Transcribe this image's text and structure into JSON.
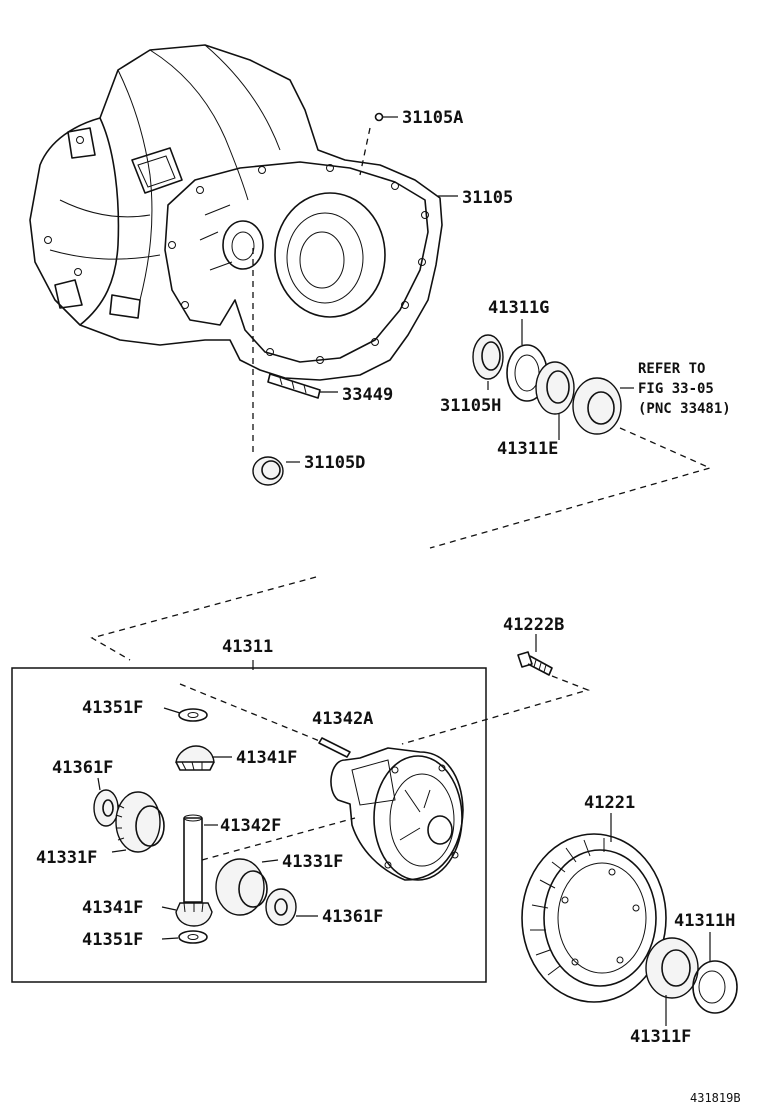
{
  "labels": {
    "p31105A": "31105A",
    "p31105": "31105",
    "p41311G": "41311G",
    "p31105H": "31105H",
    "p41311E": "41311E",
    "p33449": "33449",
    "p31105D": "31105D",
    "p41311": "41311",
    "p41222B": "41222B",
    "p41351F_top": "41351F",
    "p41342A": "41342A",
    "p41341F_top": "41341F",
    "p41361F_left": "41361F",
    "p41342F": "41342F",
    "p41331F_left": "41331F",
    "p41331F_right": "41331F",
    "p41341F_bottom": "41341F",
    "p41361F_right": "41361F",
    "p41351F_bottom": "41351F",
    "p41221": "41221",
    "p41311H": "41311H",
    "p41311F": "41311F"
  },
  "reference_note": {
    "line1": "REFER TO",
    "line2": "FIG 33-05",
    "line3": "(PNC 33481)"
  },
  "figure_id": "431819B"
}
